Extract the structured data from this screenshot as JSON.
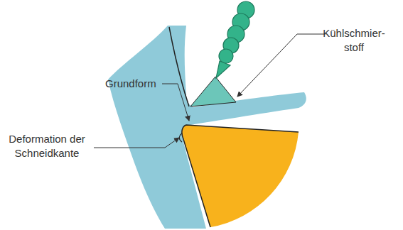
{
  "diagram": {
    "labels": [
      "Kühlschmier- stoff",
      "Grundform",
      "Deformation der Schneidkante"
    ]
  }
}
